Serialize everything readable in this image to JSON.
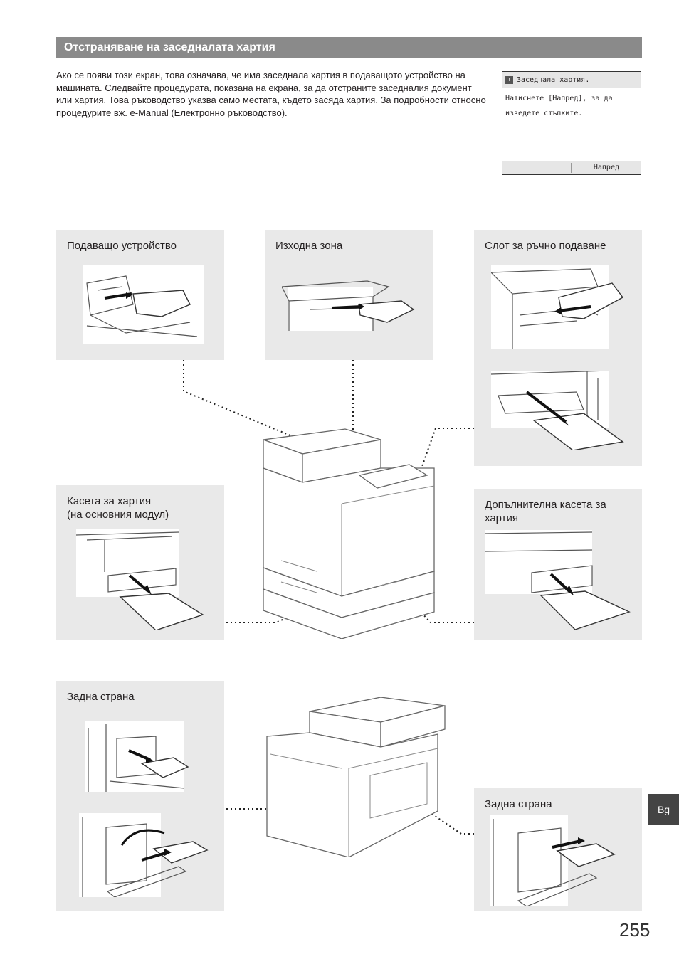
{
  "section_title": "Отстраняване на заседналата хартия",
  "intro_text": "Ако се появи този екран, това означава, че има заседнала хартия в подаващото устройство на машината. Следвайте процедурата, показана на екрана, за да отстраните заседналия документ или хартия. Това ръководство указва само местата, където засяда хартия. За подробности относно процедурите вж. e-Manual (Електронно ръководство).",
  "lcd": {
    "title": "Заседнала хартия.",
    "body": "Натиснете [Напред], за да\nизведете стъпките.",
    "next_button": "Напред"
  },
  "panels": {
    "feeder": "Подаващо устройство",
    "output_area": "Изходна зона",
    "manual_slot": "Слот за ръчно подаване",
    "cassette_main": "Касета за хартия\n(на основния модул)",
    "cassette_optional": "Допълнителна касета за\nхартия",
    "rear_left": "Задна страна",
    "rear_right": "Задна страна"
  },
  "language_tab": "Bg",
  "page_number": "255",
  "colors": {
    "bar": "#8a8a8a",
    "panel": "#e9e9e9",
    "tab": "#444444"
  }
}
